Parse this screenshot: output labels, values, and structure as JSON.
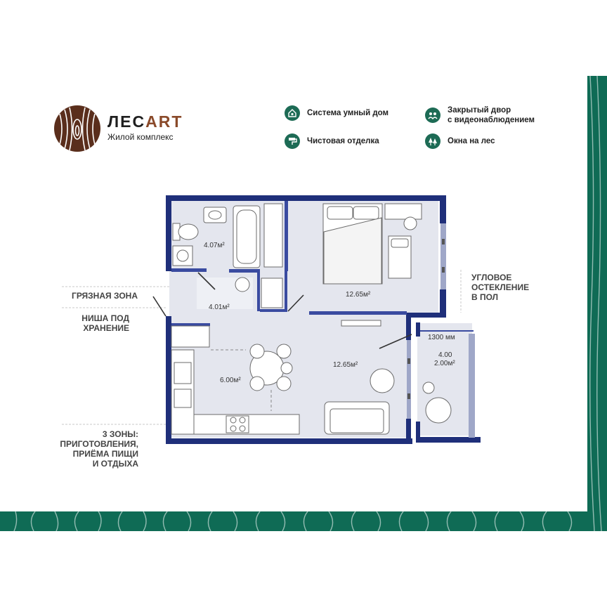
{
  "brand": {
    "name_cyr": "ЛЕС",
    "name_lat": "ART",
    "subtitle": "Жилой комплекс"
  },
  "features": [
    {
      "label": "Система умный дом",
      "icon": "smart-home-icon"
    },
    {
      "label": "Закрытый двор\nс видеонаблюдением",
      "icon": "security-camera-icon"
    },
    {
      "label": "Чистовая отделка",
      "icon": "paint-roller-icon"
    },
    {
      "label": "Окна на лес",
      "icon": "forest-window-icon"
    }
  ],
  "callouts": {
    "dirty_zone": "ГРЯЗНАЯ ЗОНА",
    "storage_niche": "НИША ПОД\nХРАНЕНИЕ",
    "three_zones": "3 ЗОНЫ:\nПРИГОТОВЛЕНИЯ,\nПРИЁМА ПИЩИ\nИ ОТДЫХА",
    "corner_glazing": "УГЛОВОЕ\nОСТЕКЛЕНИЕ\nВ ПОЛ"
  },
  "rooms": {
    "bathroom": "4.07м²",
    "hall": "4.01м²",
    "bedroom": "12.65м²",
    "kitchen": "6.00м²",
    "living": "12.65м²",
    "balcony_a": "4.00",
    "balcony_b": "2.00м²",
    "balcony_width": "1300 мм"
  },
  "colors": {
    "accent_green": "#1d6b55",
    "wall_navy": "#1f2f7a",
    "floor_grey": "#e4e6ee"
  }
}
